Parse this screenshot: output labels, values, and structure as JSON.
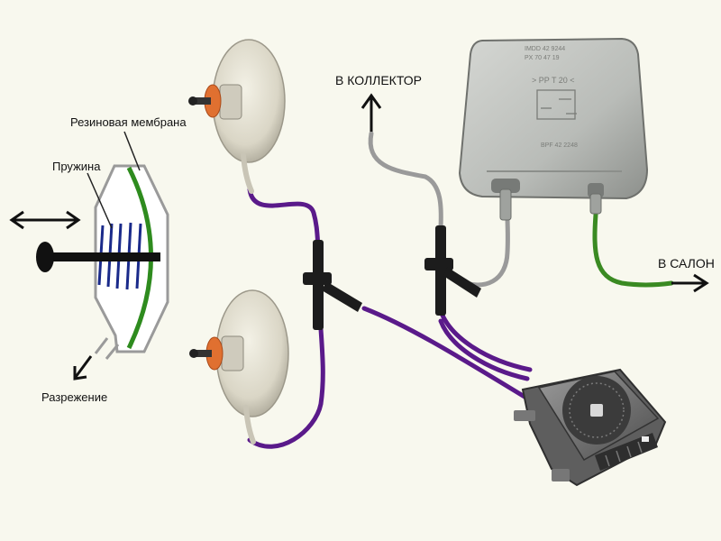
{
  "labels": {
    "membrane": "Резиновая мембрана",
    "spring": "Пружина",
    "vacuum": "Разрежение",
    "to_collector": "В КОЛЛЕКТОР",
    "to_cabin": "В САЛОН"
  },
  "reservoir_markings": {
    "line1": "IMDD 42 9244",
    "line2": "PX 70 47 19",
    "line3": "> PP T 20 <",
    "line4": "BPF 42 2248"
  },
  "colors": {
    "background": "#f8f8ee",
    "vacuum_hose": "#5a1a8a",
    "collector_hose": "#9a9a9a",
    "cabin_hose": "#3a8a22",
    "membrane": "#2e8b1e",
    "spring": "#1a2a8a",
    "rod": "#111111"
  },
  "icons": [
    "double-arrow-icon",
    "arrow-up-icon",
    "arrow-right-icon",
    "arrow-down-left-icon"
  ]
}
